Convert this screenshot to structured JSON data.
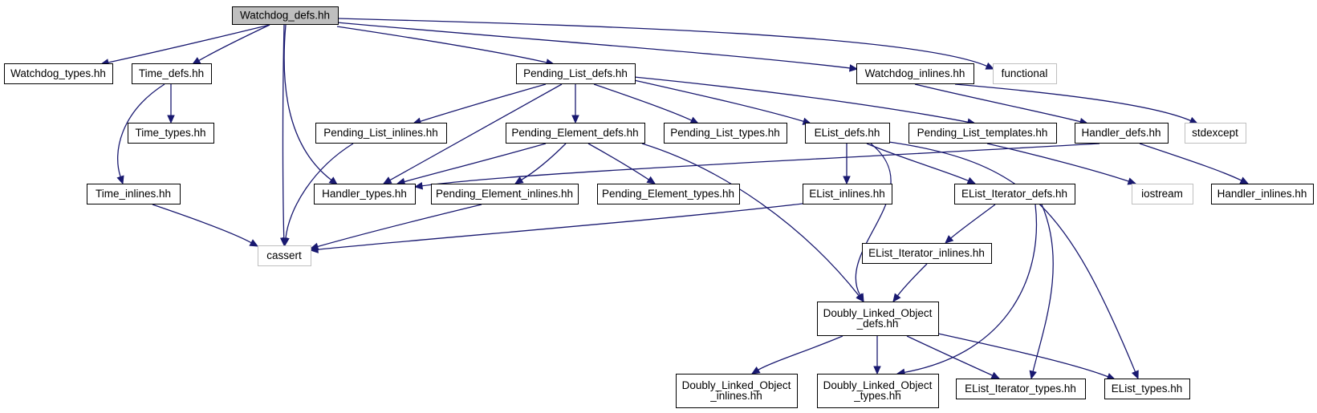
{
  "nodes": [
    {
      "id": "watchdog_defs",
      "lines": [
        "Watchdog_defs.hh"
      ],
      "style": "root"
    },
    {
      "id": "watchdog_types",
      "lines": [
        "Watchdog_types.hh"
      ],
      "style": "local"
    },
    {
      "id": "time_defs",
      "lines": [
        "Time_defs.hh"
      ],
      "style": "local"
    },
    {
      "id": "pending_list_defs",
      "lines": [
        "Pending_List_defs.hh"
      ],
      "style": "local"
    },
    {
      "id": "watchdog_inlines",
      "lines": [
        "Watchdog_inlines.hh"
      ],
      "style": "local"
    },
    {
      "id": "functional",
      "lines": [
        "functional"
      ],
      "style": "system"
    },
    {
      "id": "time_types",
      "lines": [
        "Time_types.hh"
      ],
      "style": "local"
    },
    {
      "id": "pending_list_inlines",
      "lines": [
        "Pending_List_inlines.hh"
      ],
      "style": "local"
    },
    {
      "id": "pending_element_defs",
      "lines": [
        "Pending_Element_defs.hh"
      ],
      "style": "local"
    },
    {
      "id": "pending_list_types",
      "lines": [
        "Pending_List_types.hh"
      ],
      "style": "local"
    },
    {
      "id": "elist_defs",
      "lines": [
        "EList_defs.hh"
      ],
      "style": "local"
    },
    {
      "id": "pending_list_templates",
      "lines": [
        "Pending_List_templates.hh"
      ],
      "style": "local"
    },
    {
      "id": "handler_defs",
      "lines": [
        "Handler_defs.hh"
      ],
      "style": "local"
    },
    {
      "id": "stdexcept",
      "lines": [
        "stdexcept"
      ],
      "style": "system"
    },
    {
      "id": "time_inlines",
      "lines": [
        "Time_inlines.hh"
      ],
      "style": "local"
    },
    {
      "id": "handler_types",
      "lines": [
        "Handler_types.hh"
      ],
      "style": "local"
    },
    {
      "id": "pending_element_inlines",
      "lines": [
        "Pending_Element_inlines.hh"
      ],
      "style": "local"
    },
    {
      "id": "pending_element_types",
      "lines": [
        "Pending_Element_types.hh"
      ],
      "style": "local"
    },
    {
      "id": "elist_inlines",
      "lines": [
        "EList_inlines.hh"
      ],
      "style": "local"
    },
    {
      "id": "elist_iterator_defs",
      "lines": [
        "EList_Iterator_defs.hh"
      ],
      "style": "local"
    },
    {
      "id": "iostream",
      "lines": [
        "iostream"
      ],
      "style": "system"
    },
    {
      "id": "handler_inlines",
      "lines": [
        "Handler_inlines.hh"
      ],
      "style": "local"
    },
    {
      "id": "cassert",
      "lines": [
        "cassert"
      ],
      "style": "system"
    },
    {
      "id": "elist_iterator_inlines",
      "lines": [
        "EList_Iterator_inlines.hh"
      ],
      "style": "local"
    },
    {
      "id": "dlo_defs",
      "lines": [
        "Doubly_Linked_Object",
        "_defs.hh"
      ],
      "style": "local"
    },
    {
      "id": "dlo_inlines",
      "lines": [
        "Doubly_Linked_Object",
        "_inlines.hh"
      ],
      "style": "local"
    },
    {
      "id": "dlo_types",
      "lines": [
        "Doubly_Linked_Object",
        "_types.hh"
      ],
      "style": "local"
    },
    {
      "id": "elist_iterator_types",
      "lines": [
        "EList_Iterator_types.hh"
      ],
      "style": "local"
    },
    {
      "id": "elist_types",
      "lines": [
        "EList_types.hh"
      ],
      "style": "local"
    }
  ],
  "edges": [
    [
      "watchdog_defs",
      "watchdog_types"
    ],
    [
      "watchdog_defs",
      "time_defs"
    ],
    [
      "watchdog_defs",
      "pending_list_defs"
    ],
    [
      "watchdog_defs",
      "watchdog_inlines"
    ],
    [
      "watchdog_defs",
      "functional"
    ],
    [
      "watchdog_defs",
      "handler_types"
    ],
    [
      "watchdog_defs",
      "cassert"
    ],
    [
      "time_defs",
      "time_types"
    ],
    [
      "time_defs",
      "time_inlines"
    ],
    [
      "time_inlines",
      "cassert"
    ],
    [
      "pending_list_defs",
      "pending_list_inlines"
    ],
    [
      "pending_list_defs",
      "pending_element_defs"
    ],
    [
      "pending_list_defs",
      "pending_list_types"
    ],
    [
      "pending_list_defs",
      "elist_defs"
    ],
    [
      "pending_list_defs",
      "pending_list_templates"
    ],
    [
      "pending_list_defs",
      "handler_types"
    ],
    [
      "pending_list_inlines",
      "cassert"
    ],
    [
      "pending_element_defs",
      "handler_types"
    ],
    [
      "pending_element_defs",
      "pending_element_inlines"
    ],
    [
      "pending_element_defs",
      "pending_element_types"
    ],
    [
      "pending_element_defs",
      "dlo_defs"
    ],
    [
      "pending_element_inlines",
      "cassert"
    ],
    [
      "elist_defs",
      "elist_inlines"
    ],
    [
      "elist_defs",
      "elist_iterator_defs"
    ],
    [
      "elist_defs",
      "dlo_defs"
    ],
    [
      "elist_defs",
      "elist_types"
    ],
    [
      "elist_inlines",
      "cassert"
    ],
    [
      "pending_list_templates",
      "iostream"
    ],
    [
      "watchdog_inlines",
      "handler_defs"
    ],
    [
      "watchdog_inlines",
      "stdexcept"
    ],
    [
      "handler_defs",
      "handler_types"
    ],
    [
      "handler_defs",
      "handler_inlines"
    ],
    [
      "elist_iterator_defs",
      "elist_iterator_inlines"
    ],
    [
      "elist_iterator_defs",
      "dlo_types"
    ],
    [
      "elist_iterator_defs",
      "elist_iterator_types"
    ],
    [
      "elist_iterator_inlines",
      "dlo_defs"
    ],
    [
      "dlo_defs",
      "dlo_inlines"
    ],
    [
      "dlo_defs",
      "dlo_types"
    ],
    [
      "dlo_defs",
      "elist_iterator_types"
    ],
    [
      "dlo_defs",
      "elist_types"
    ]
  ],
  "colors": {
    "edge": "#191970",
    "root_fill": "#bfbfbf",
    "local_border": "#000000",
    "system_border": "#bfbfbf",
    "text": "#000000"
  }
}
